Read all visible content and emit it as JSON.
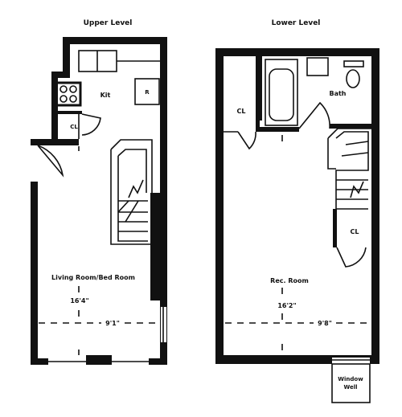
{
  "upper": {
    "title": "Upper Level",
    "kitchen": "Kit",
    "refrigerator": "R",
    "closet": "CL",
    "room": "Living Room/Bed Room",
    "length": "16'4\"",
    "width": "9'1\""
  },
  "lower": {
    "title": "Lower Level",
    "closet_top": "CL",
    "bath": "Bath",
    "closet_stair": "CL",
    "room": "Rec. Room",
    "length": "16'2\"",
    "width": "9'8\"",
    "window_well_1": "Window",
    "window_well_2": "Well"
  }
}
